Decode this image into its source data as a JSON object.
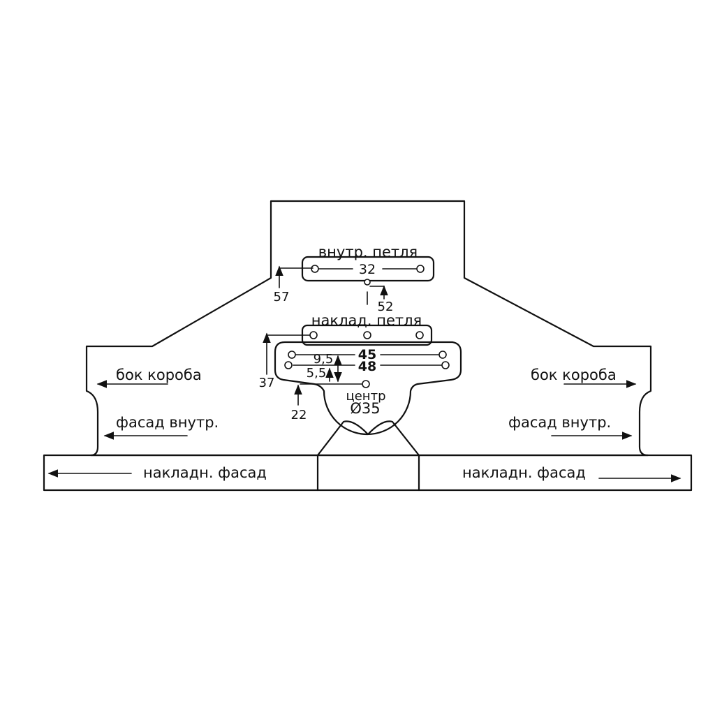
{
  "labels": {
    "inner_hinge": "внутр. петля",
    "overlay_hinge": "наклад. петля",
    "box_side_left": "бок короба",
    "box_side_right": "бок короба",
    "inner_facade_left": "фасад внутр.",
    "inner_facade_right": "фасад внутр.",
    "overlay_facade_left": "накладн. фасад",
    "overlay_facade_right": "накладн. фасад",
    "center": "центр",
    "diameter": "Ø35"
  },
  "dimensions": {
    "d32": "32",
    "d57": "57",
    "d52": "52",
    "d45": "45",
    "d48": "48",
    "d9_5": "9,5",
    "d5_5": "5,5",
    "d37": "37",
    "d22": "22"
  }
}
